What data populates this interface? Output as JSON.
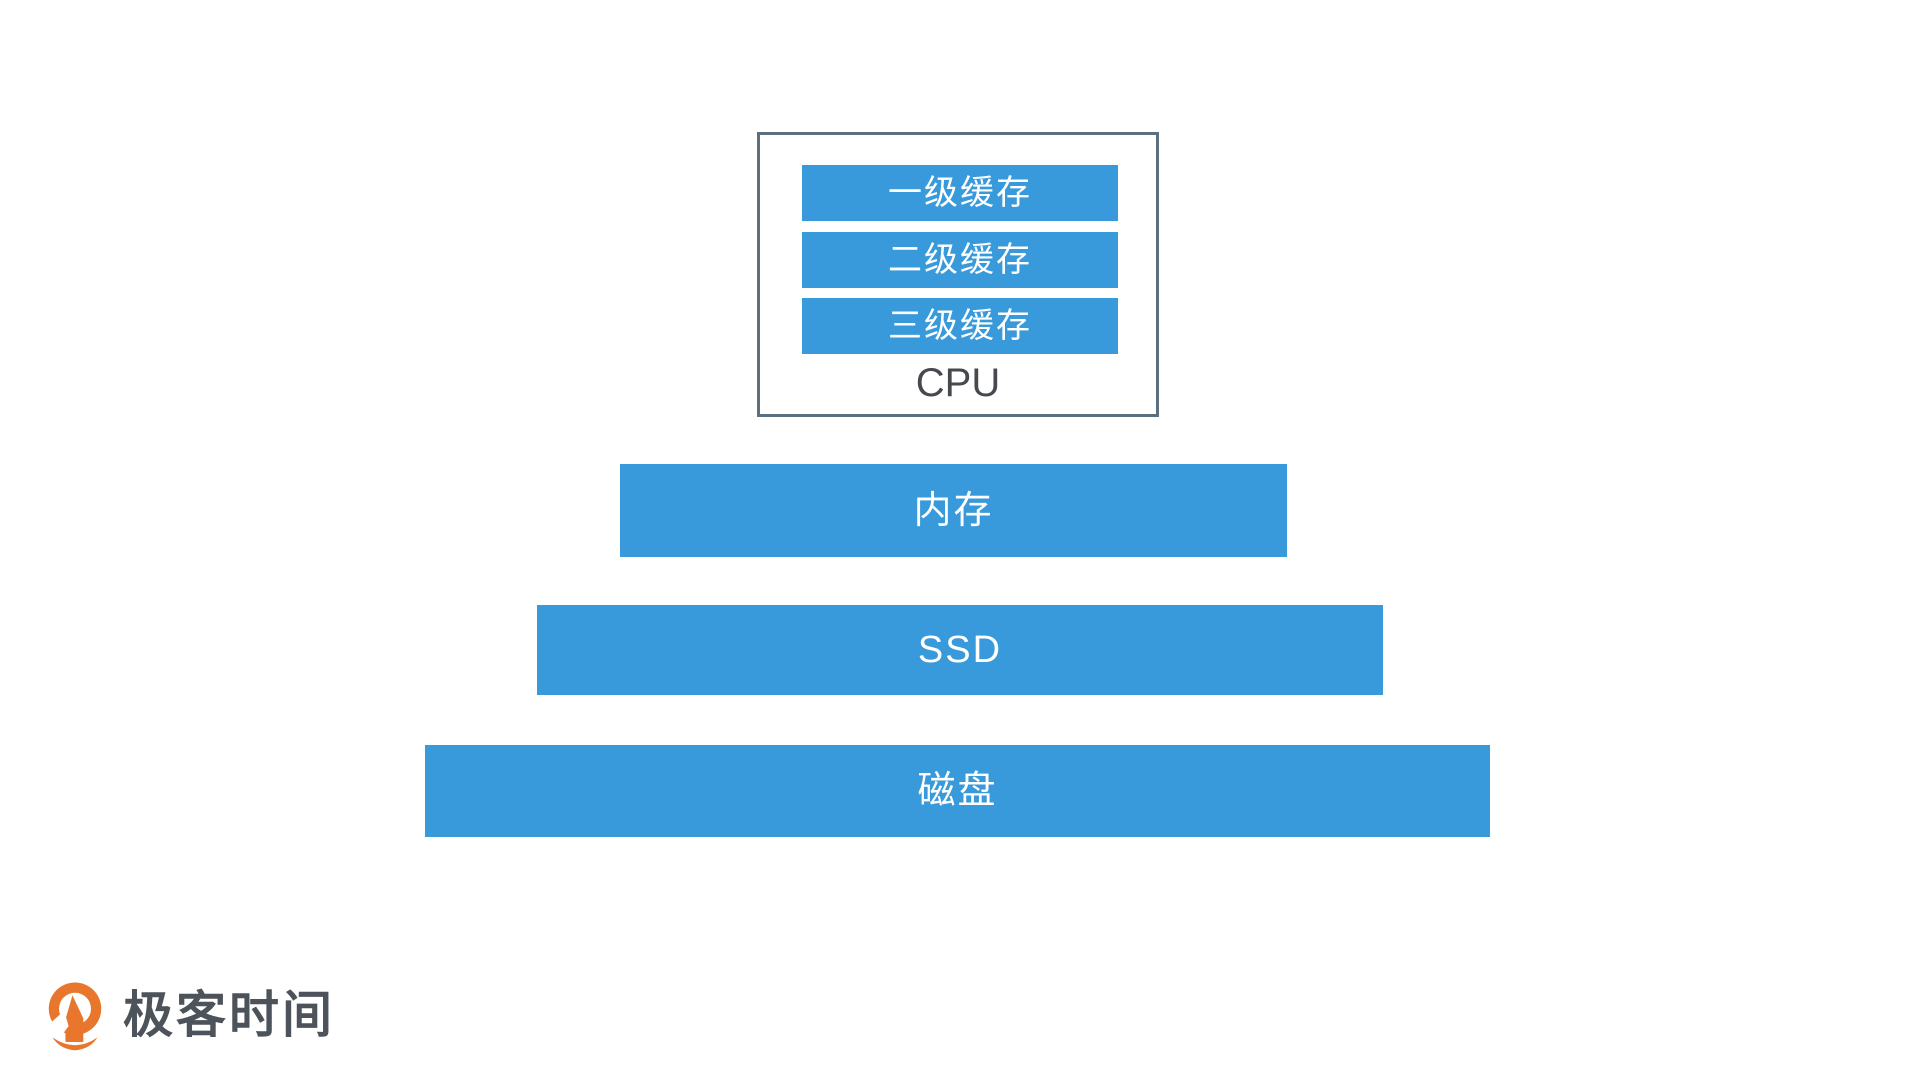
{
  "colors": {
    "bar_blue": "#3899db",
    "bar_text_white": "#ffffff",
    "cpu_box_border": "#5b6f7f",
    "cpu_label_gray": "#46494e",
    "logo_orange": "#e8772d",
    "logo_text_gray": "#4d535b",
    "background": "#ffffff"
  },
  "diagram": {
    "cpu_box": {
      "label": "CPU",
      "cache_levels": [
        {
          "label": "一级缓存"
        },
        {
          "label": "二级缓存"
        },
        {
          "label": "三级缓存"
        }
      ]
    },
    "layers": [
      {
        "label": "内存"
      },
      {
        "label": "SSD"
      },
      {
        "label": "磁盘"
      }
    ]
  },
  "footer": {
    "logo_text": "极客时间",
    "logo_icon": "geektime-orange-circle-icon"
  }
}
